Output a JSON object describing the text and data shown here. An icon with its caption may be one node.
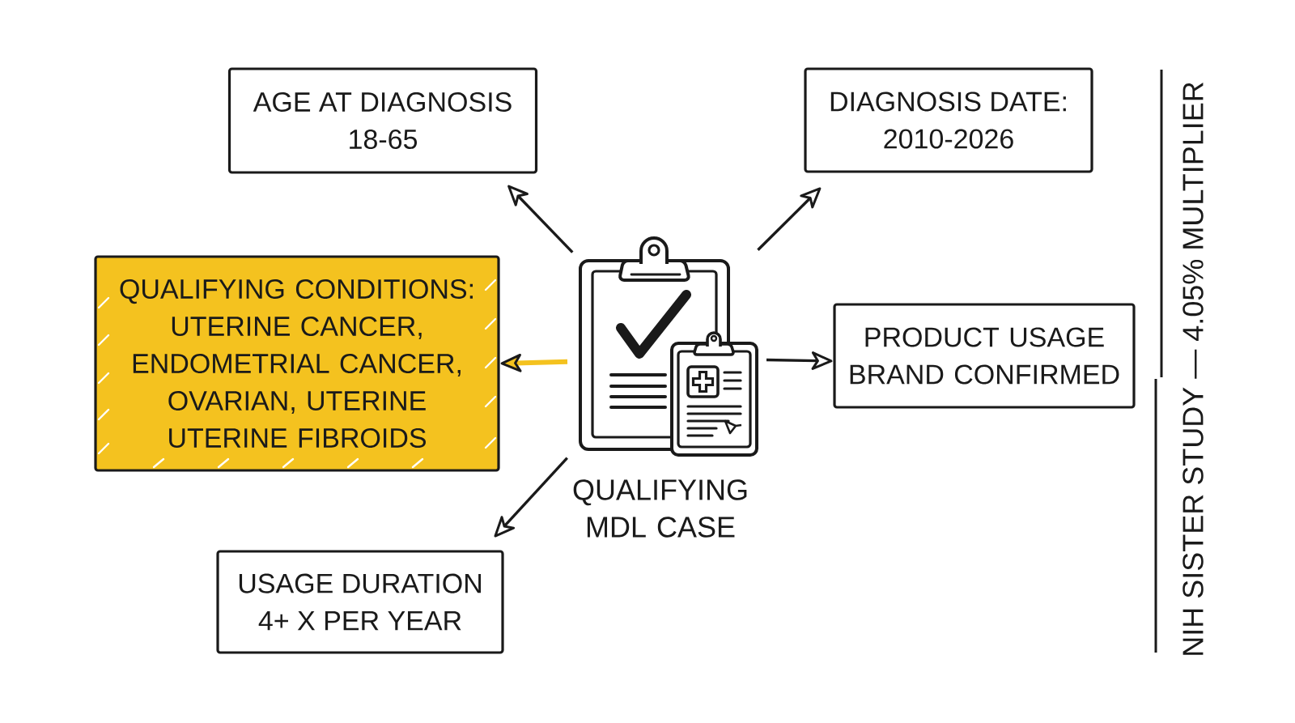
{
  "diagram": {
    "nodes": [
      {
        "text": [
          "AGE AT DIAGNOSIS",
          "18-65"
        ]
      },
      {
        "text": [
          "DIAGNOSIS DATE:",
          "2010-2026"
        ]
      },
      {
        "text": [
          "QUALIFYING CONDITIONS:",
          "UTERINE CANCER, ENDOMETRIAL CANCER, OVARIAN, UTERINE UTERINE FIBROIDS"
        ]
      },
      {
        "text": [],
        "shape": "picture",
        "beside": [
          "QUALIFYING MDL CASE"
        ]
      },
      {
        "text": [
          "PRODUCT USAGE BRAND CONFIRMED"
        ]
      },
      {
        "text": [
          "USAGE DURATION",
          "4+ X PER YEAR"
        ]
      }
    ],
    "edges": [
      {
        "from": 3,
        "to": 0,
        "arrow": "to"
      },
      {
        "from": 3,
        "to": 1,
        "arrow": "to"
      },
      {
        "from": 3,
        "to": 2,
        "arrow": "to",
        "color": "#f4c21f"
      },
      {
        "from": 3,
        "to": 4,
        "arrow": "to"
      },
      {
        "from": 3,
        "to": 5,
        "arrow": "to"
      }
    ],
    "labels": [
      "NIH SISTER STUDY — 4.05% MULTIPLIER"
    ]
  }
}
